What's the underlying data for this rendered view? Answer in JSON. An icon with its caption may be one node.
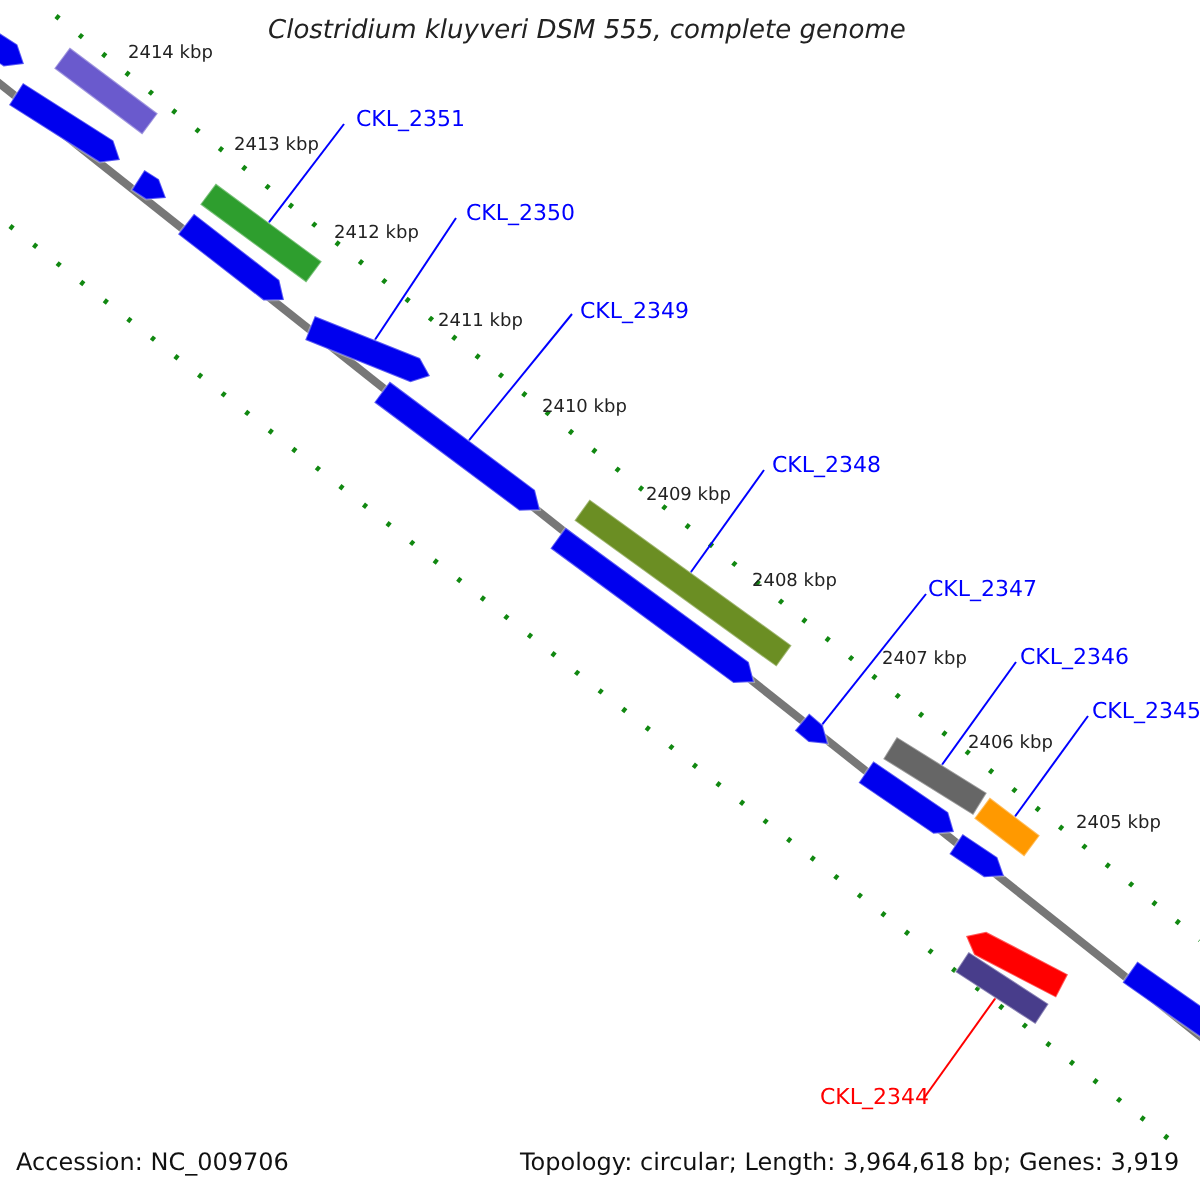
{
  "diagram": {
    "title": "Clostridium kluyveri DSM 555, complete genome",
    "nodes": [
      {
        "text": [],
        "shape": "bar"
      },
      {
        "text": [],
        "shape": "bar"
      },
      {
        "text": [],
        "shape": "bar"
      },
      {
        "text": [],
        "shape": "bar"
      },
      {
        "text": [],
        "shape": "bar"
      },
      {
        "text": [],
        "shape": "bar"
      },
      {
        "text": [],
        "shape": "bar"
      },
      {
        "text": [],
        "shape": "bar"
      },
      {
        "text": [],
        "shape": "bar"
      },
      {
        "text": [],
        "shape": "bar"
      },
      {
        "text": [],
        "shape": "bar"
      },
      {
        "text": [],
        "shape": "bar"
      },
      {
        "text": [],
        "shape": "bar"
      },
      {
        "text": [],
        "shape": "bar"
      },
      {
        "text": [],
        "shape": "bar"
      },
      {
        "text": [],
        "shape": "bar"
      },
      {
        "text": [],
        "shape": "bar"
      },
      {
        "text": [],
        "shape": "bar"
      },
      {
        "text": [
          "CKL_2351"
        ]
      },
      {
        "text": [
          "CKL_2350"
        ]
      },
      {
        "text": [
          "CKL_2349"
        ]
      },
      {
        "text": [
          "CKL_2348"
        ]
      },
      {
        "text": [
          "CKL_2347"
        ]
      },
      {
        "text": [
          "CKL_2346"
        ]
      },
      {
        "text": [
          "CKL_2345"
        ]
      },
      {
        "text": [
          "CKL_2344"
        ]
      }
    ],
    "edges": [
      {
        "from": 18,
        "to": 4,
        "arrow": "none"
      },
      {
        "from": 19,
        "to": 6,
        "arrow": "none"
      },
      {
        "from": 20,
        "to": 7,
        "arrow": "none"
      },
      {
        "from": 21,
        "to": 8,
        "arrow": "none"
      },
      {
        "from": 22,
        "to": 10,
        "arrow": "none"
      },
      {
        "from": 23,
        "to": 11,
        "arrow": "none"
      },
      {
        "from": 24,
        "to": 12,
        "arrow": "none"
      },
      {
        "from": 25,
        "to": 16,
        "arrow": "none",
        "color": "#ff0000"
      }
    ],
    "labels": [
      "2414 kbp",
      "2413 kbp",
      "2412 kbp",
      "2411 kbp",
      "2410 kbp",
      "2409 kbp",
      "2408 kbp",
      "2407 kbp",
      "2406 kbp",
      "2405 kbp",
      "Accession: NC_009706",
      "Topology: circular; Length: 3,964,618 bp; Genes: 3,919"
    ]
  }
}
